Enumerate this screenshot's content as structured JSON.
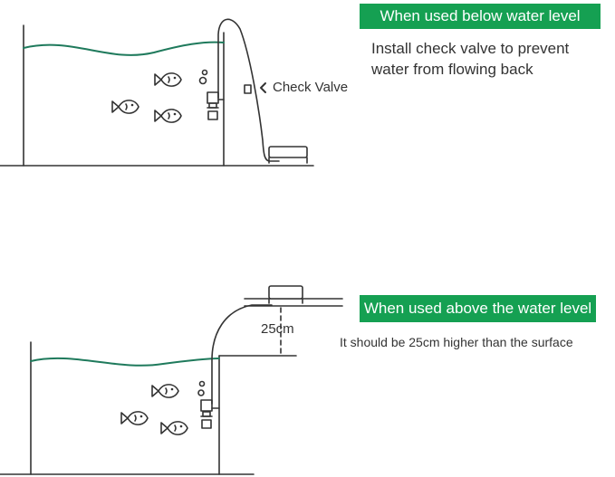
{
  "top_scenario": {
    "badge": "When used below water level",
    "note_line1": "Install check valve to prevent",
    "note_line2": "water from flowing back",
    "valve_label": "Check Valve",
    "colors": {
      "badge": "#15a052",
      "water": "#1f7a5c",
      "line": "#333333"
    },
    "icons": [
      "fish-icon",
      "pump-icon",
      "check-valve-icon",
      "outlet-box-icon",
      "bubble-icon"
    ]
  },
  "bottom_scenario": {
    "badge": "When used above the water level",
    "note": "It should be 25cm higher than the surface",
    "height_label": "25cm"
  }
}
